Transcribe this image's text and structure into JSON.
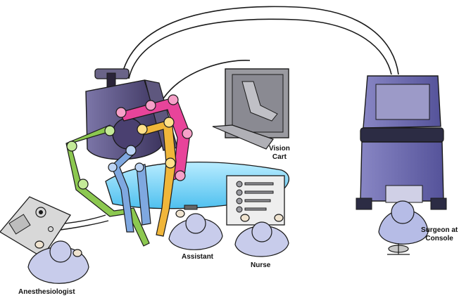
{
  "labels": {
    "vision_cart_line1": "Vision",
    "vision_cart_line2": "Cart",
    "assistant": "Assistant",
    "nurse": "Nurse",
    "surgeon_line1": "Surgeon at",
    "surgeon_line2": "Console",
    "anesthesiologist": "Anesthesiologist"
  },
  "colors": {
    "outline": "#1a1a1a",
    "robot_body": "#4a4070",
    "robot_tower": "#6a6488",
    "console": "#6c6aa8",
    "console_dark": "#2c2c44",
    "surgeon_scrubs": "#b6bce6",
    "staff_scrubs": "#c8cceb",
    "patient_table": "#7fd3f5",
    "arm_pink": "#e8449a",
    "arm_yellow": "#f0b63a",
    "arm_green": "#8cc850",
    "arm_blue": "#7fa8e0",
    "vision_cart": "#9a9aa0",
    "anesthesia_cart": "#d8d8d8"
  },
  "icons": [
    "robot-arm-icon",
    "monitor-icon",
    "person-icon",
    "console-icon",
    "instrument-tray-icon"
  ]
}
